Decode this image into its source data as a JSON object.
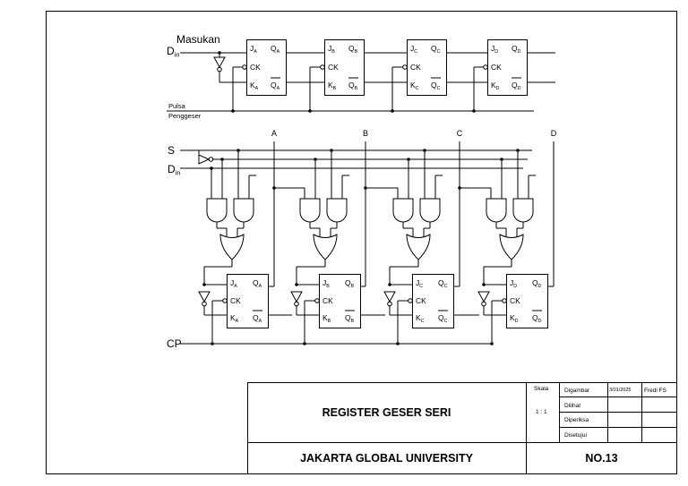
{
  "top_diagram": {
    "input_label": "Masukan",
    "data_input": "D",
    "data_input_sub": "in",
    "clock_label_1": "Pulsa",
    "clock_label_2": "Penggeser",
    "flipflops": [
      {
        "j": "J",
        "k": "K",
        "q": "Q",
        "qbar": "Q",
        "sub": "A"
      },
      {
        "j": "J",
        "k": "K",
        "q": "Q",
        "qbar": "Q",
        "sub": "B"
      },
      {
        "j": "J",
        "k": "K",
        "q": "Q",
        "qbar": "Q",
        "sub": "C"
      },
      {
        "j": "J",
        "k": "K",
        "q": "Q",
        "qbar": "Q",
        "sub": "D"
      }
    ],
    "ck": "CK"
  },
  "bottom_diagram": {
    "s_label": "S",
    "d_label": "D",
    "d_sub": "in",
    "cp_label": "CP",
    "outputs": [
      "A",
      "B",
      "C",
      "D"
    ],
    "flipflops": [
      {
        "j": "J",
        "k": "K",
        "q": "Q",
        "qbar": "Q",
        "sub": "A"
      },
      {
        "j": "J",
        "k": "K",
        "q": "Q",
        "qbar": "Q",
        "sub": "B"
      },
      {
        "j": "J",
        "k": "K",
        "q": "Q",
        "qbar": "Q",
        "sub": "C"
      },
      {
        "j": "J",
        "k": "K",
        "q": "Q",
        "qbar": "Q",
        "sub": "D"
      }
    ],
    "ck": "CK"
  },
  "title_block": {
    "title": "REGISTER GESER SERI",
    "institution": "JAKARTA GLOBAL UNIVERSITY",
    "scale_label": "Skala",
    "scale_value": "1 : 1",
    "drawn_label": "Digambar",
    "date": "3/01/2025",
    "author": "Fredi FS",
    "seen_label": "Dilihat",
    "checked_label": "Diperiksa",
    "approved_label": "Disetujui",
    "number": "NO.13"
  }
}
